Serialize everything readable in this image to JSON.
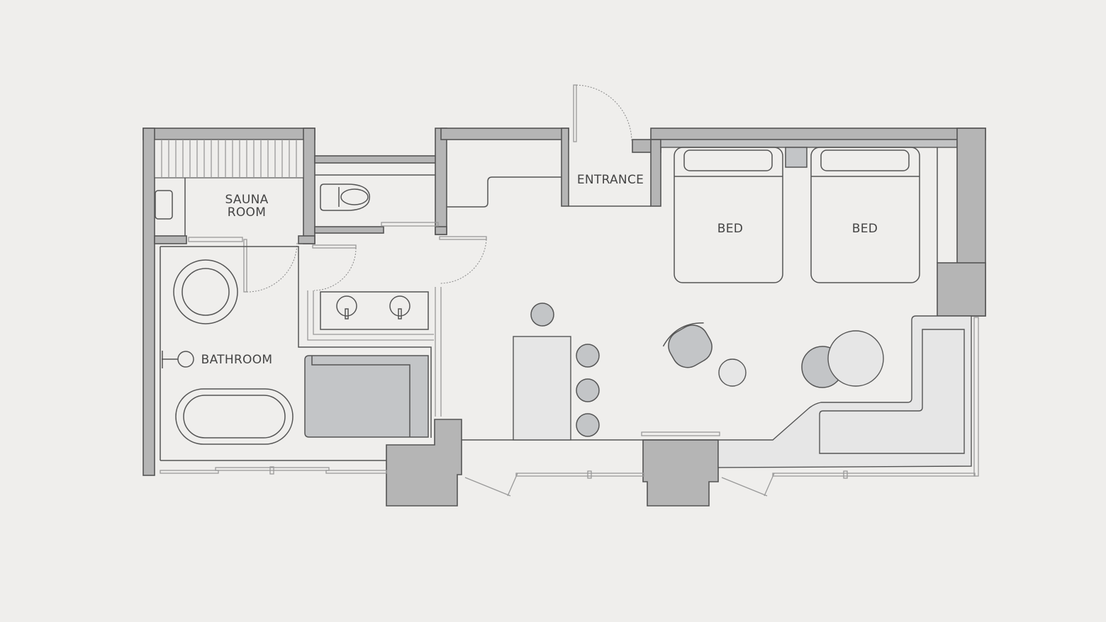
{
  "floorplan": {
    "rooms": {
      "sauna_line1": "SAUNA",
      "sauna_line2": "ROOM",
      "entrance": "ENTRANCE",
      "bed_left": "BED",
      "bed_right": "BED",
      "bathroom": "BATHROOM"
    },
    "colors": {
      "background": "#efeeec",
      "wall": "#b5b5b5",
      "line": "#555555"
    }
  }
}
